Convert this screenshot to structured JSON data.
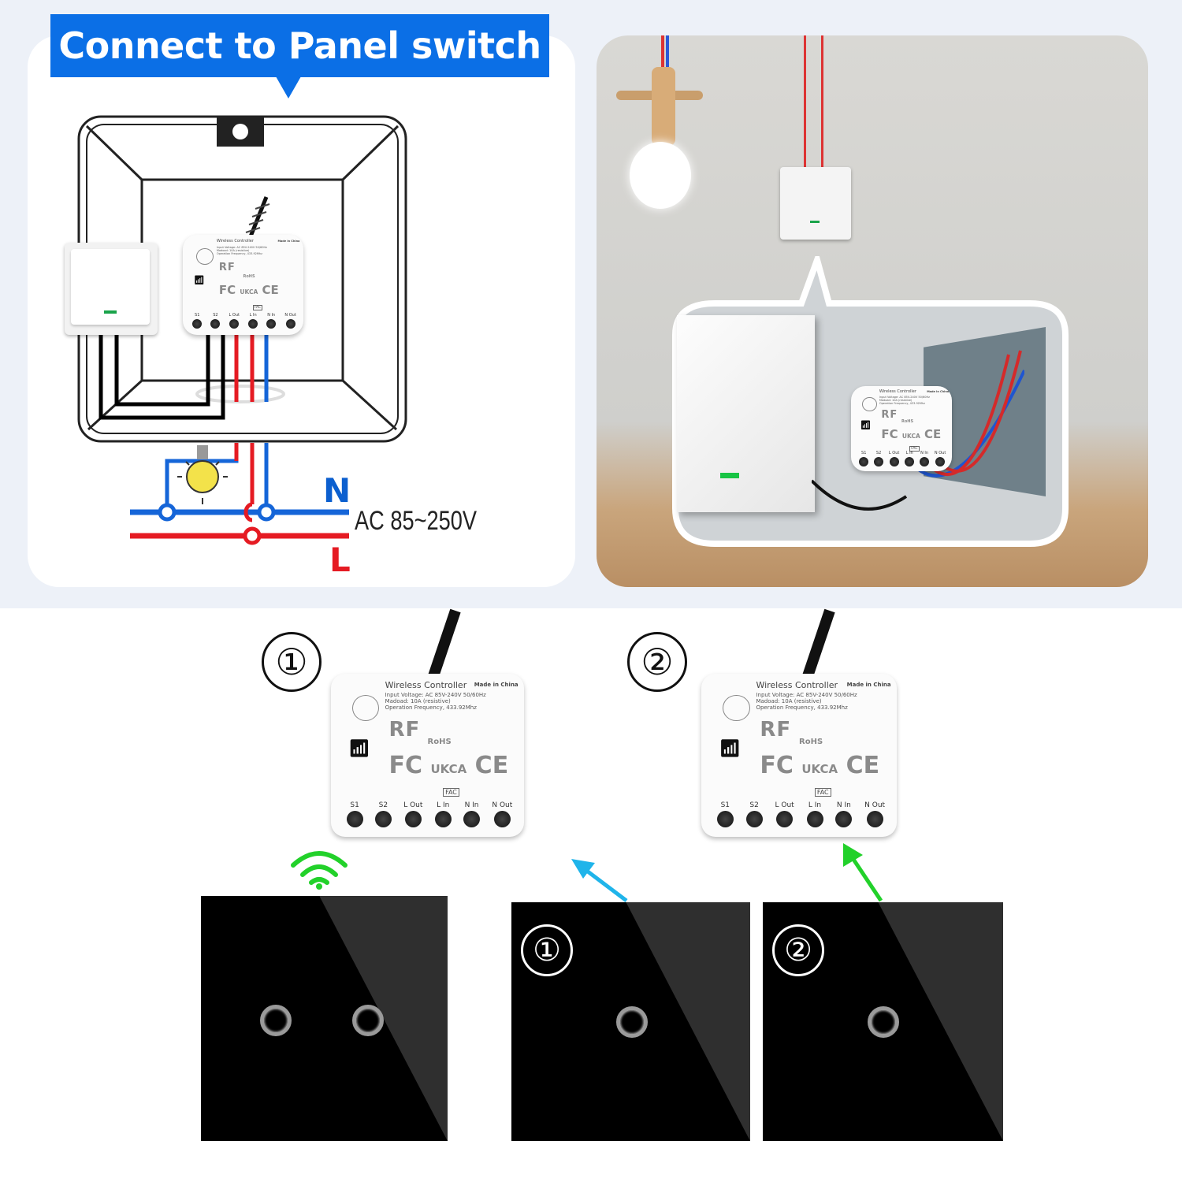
{
  "banner": {
    "title": "Connect to Panel switch",
    "color": "#0b6fe6"
  },
  "diagram": {
    "neutral_label": "N",
    "live_label": "L",
    "voltage_label": "AC 85~250V",
    "neutral_color": "#1565d8",
    "live_color": "#e51b23"
  },
  "controller": {
    "title": "Wireless Controller",
    "origin": "Made in China",
    "spec_voltage": "Input Voltage: AC 85V-240V 50/60Hz",
    "spec_load": "Madoad: 10A (resistive)",
    "spec_freq": "Operation Frequency, 433.92Mhz",
    "logo_rf": "RF",
    "logo_rohs": "RoHS",
    "logo_fc": "FC",
    "logo_ukca": "UKCA",
    "logo_ce": "CE",
    "terminals": [
      "S1",
      "S2",
      "L Out",
      "L In",
      "N In",
      "N Out"
    ],
    "fac_label": "FAC"
  },
  "pairing": {
    "markers": [
      "①",
      "②"
    ],
    "signal_colors": {
      "wifi": "#22d12a",
      "arrow1": "#1fb4ea",
      "arrow2": "#22d12a"
    }
  }
}
